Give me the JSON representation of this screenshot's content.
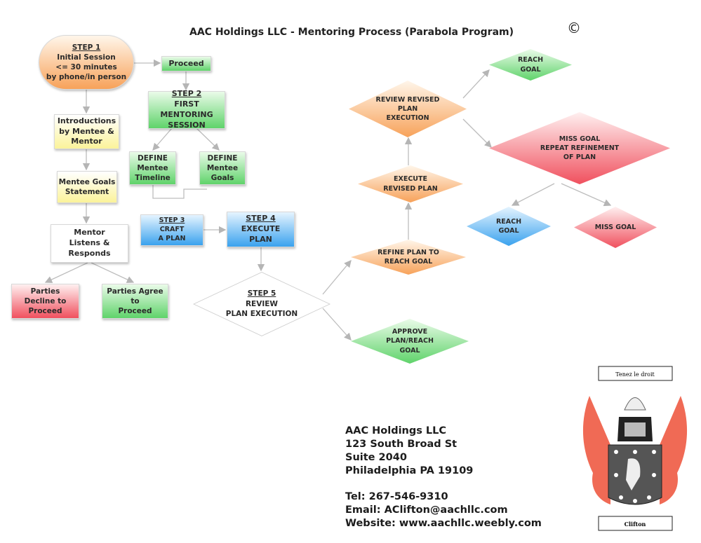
{
  "title": "AAC Holdings LLC - Mentoring Process (Parabola Program)",
  "copyright_symbol": "©",
  "nodes": {
    "step1": {
      "label": "STEP 1",
      "l1": "Initial Session",
      "l2": "<= 30 minutes",
      "l3": "by phone/in person"
    },
    "proceed": {
      "l1": "Proceed"
    },
    "step2": {
      "label": "STEP 2",
      "l1": "FIRST MENTORING",
      "l2": "SESSION"
    },
    "intro": {
      "l1": "Introductions",
      "l2": "by Mentee &",
      "l3": "Mentor"
    },
    "timeline": {
      "l1": "DEFINE",
      "l2": "Mentee",
      "l3": "Timeline"
    },
    "goals": {
      "l1": "DEFINE",
      "l2": "Mentee",
      "l3": "Goals"
    },
    "goals_statement": {
      "l1": "Mentee Goals",
      "l2": "Statement"
    },
    "step3": {
      "label": "STEP 3",
      "l1": "CRAFT",
      "l2": "A PLAN"
    },
    "step4": {
      "label": "STEP 4",
      "l1": "EXECUTE",
      "l2": "PLAN"
    },
    "listens": {
      "l1": "Mentor",
      "l2": "Listens & Responds"
    },
    "decline": {
      "l1": "Parties",
      "l2": "Decline to",
      "l3": "Proceed"
    },
    "agree": {
      "l1": "Parties Agree",
      "l2": "to",
      "l3": "Proceed"
    },
    "step5": {
      "label": "STEP 5",
      "l1": "REVIEW",
      "l2": "PLAN EXECUTION"
    },
    "refine": {
      "l1": "REFINE PLAN TO",
      "l2": "REACH GOAL"
    },
    "approve": {
      "l1": "APPROVE",
      "l2": "PLAN/REACH",
      "l3": "GOAL"
    },
    "execute_revised": {
      "l1": "EXECUTE",
      "l2": "REVISED PLAN"
    },
    "review_revised": {
      "l1": "REVIEW REVISED",
      "l2": "PLAN",
      "l3": "EXECUTION"
    },
    "reach_top": {
      "l1": "REACH",
      "l2": "GOAL"
    },
    "miss_repeat": {
      "l1": "MISS GOAL",
      "l2": "REPEAT REFINEMENT",
      "l3": "OF PLAN"
    },
    "reach_blue": {
      "l1": "REACH",
      "l2": "GOAL"
    },
    "miss_red": {
      "l1": "MISS GOAL"
    }
  },
  "address": {
    "company": "AAC Holdings LLC",
    "street": "123 South Broad St",
    "suite": "Suite 2040",
    "city": "Philadelphia PA 19109",
    "tel": "Tel: 267-546-9310",
    "email": "Email: AClifton@aachllc.com",
    "website": "Website: www.aachllc.weebly.com"
  },
  "crest": {
    "motto": "Tenez le droit",
    "name": "Clifton"
  }
}
